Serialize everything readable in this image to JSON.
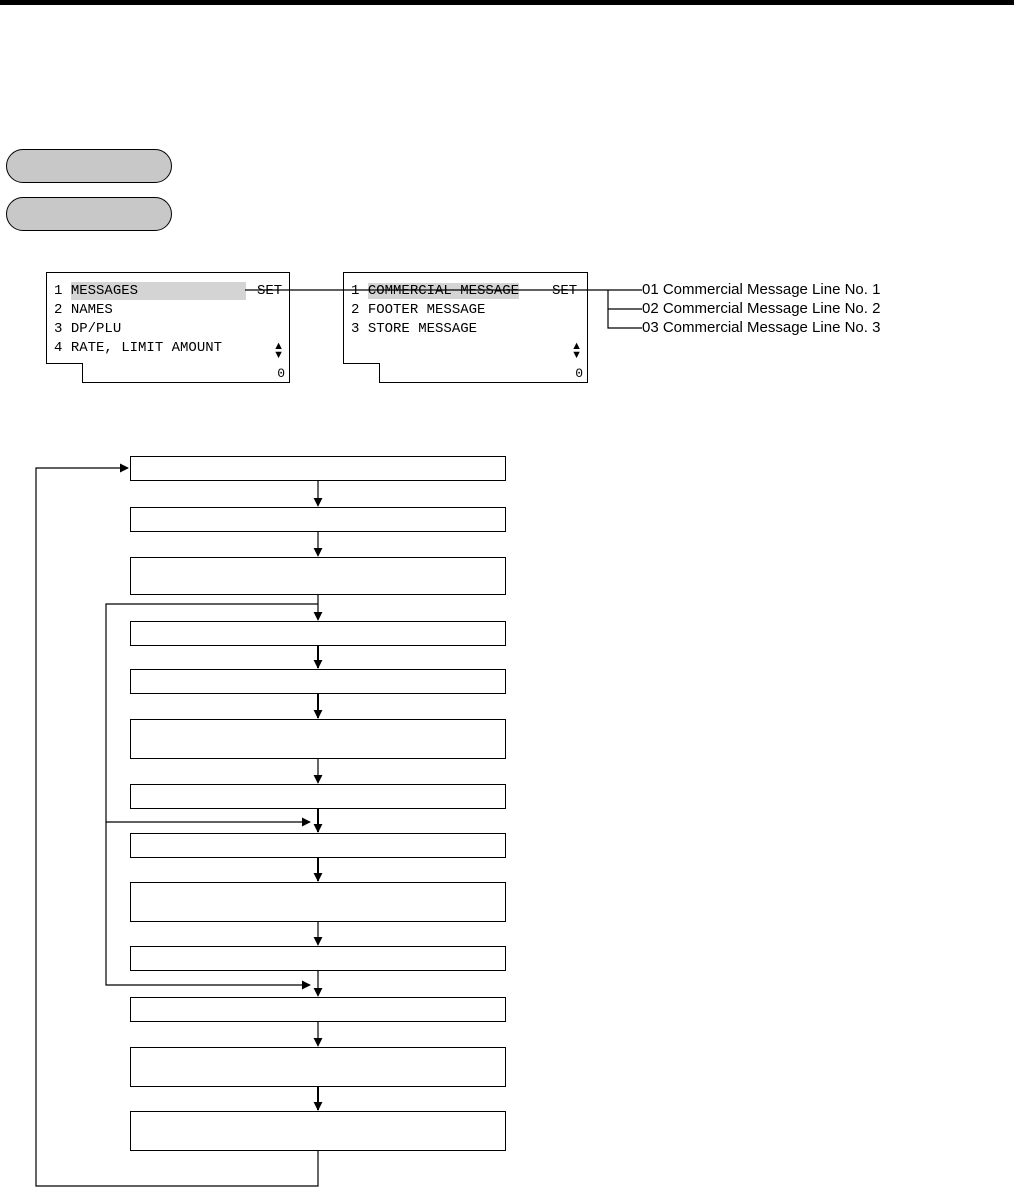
{
  "menu_screen": {
    "items": [
      {
        "num": "1",
        "label": "MESSAGES"
      },
      {
        "num": "2",
        "label": "NAMES"
      },
      {
        "num": "3",
        "label": "DP/PLU"
      },
      {
        "num": "4",
        "label": "RATE, LIMIT AMOUNT"
      }
    ],
    "set_label": "SET",
    "scroll_icon": "up-down-triangle-icon",
    "counter": "0"
  },
  "messages_screen": {
    "items": [
      {
        "num": "1",
        "label": "COMMERCIAL MESSAGE"
      },
      {
        "num": "2",
        "label": "FOOTER MESSAGE"
      },
      {
        "num": "3",
        "label": "STORE MESSAGE"
      }
    ],
    "set_label": "SET",
    "scroll_icon": "up-down-triangle-icon",
    "counter": "0"
  },
  "options": [
    "01 Commercial Message Line No. 1",
    "02 Commercial Message Line No. 2",
    "03 Commercial Message Line No. 3"
  ],
  "colors": {
    "pill": "#c8c8c8",
    "highlight": "#d4d4d4",
    "line": "#000000"
  }
}
